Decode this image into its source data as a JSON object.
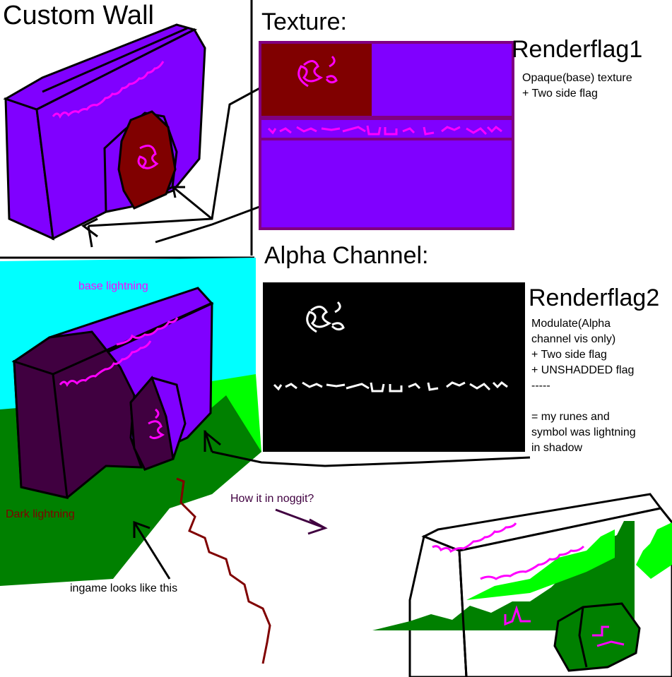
{
  "labels": {
    "custom_wall": "Custom Wall",
    "texture": "Texture:",
    "renderflag1": "Renderflag1",
    "renderflag1_note": "Opaque(base) texture\n+ Two side flag",
    "alpha_channel": "Alpha Channel:",
    "renderflag2": "Renderflag2",
    "renderflag2_note": "Modulate(Alpha\nchannel vis only)\n+ Two side flag\n+ UNSHADDED flag\n-----\n\n= my runes and\nsymbol was lightning\nin shadow",
    "base_lightning": "base lightning",
    "dark_lightning": "Dark lightning",
    "ingame": "ingame looks like this",
    "how_noggit": "How it in noggit?"
  },
  "colors": {
    "wall_purple": "#8000ff",
    "rune_magenta": "#ff00ff",
    "texture_border": "#800080",
    "symbol_red": "#800000",
    "dark_purple": "#400040",
    "sky": "#00ffff",
    "grass_light": "#00ff00",
    "grass_dark": "#008000",
    "alpha_bg": "#000000",
    "path_brown": "#800000",
    "label_magenta": "#ff00ff",
    "label_dark_red": "#800000",
    "label_dark_purple": "#400040"
  }
}
